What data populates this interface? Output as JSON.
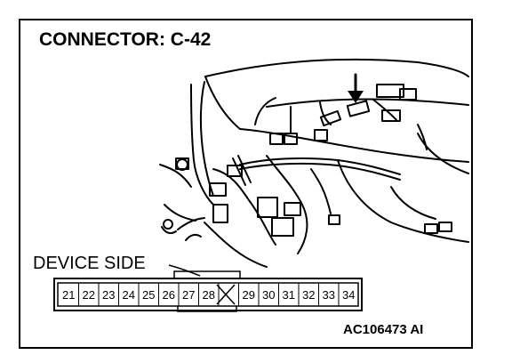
{
  "title": "CONNECTOR: C-42",
  "device_side_label": "DEVICE SIDE",
  "reference_code": "AC106473 AI",
  "connector": {
    "pins": [
      "21",
      "22",
      "23",
      "24",
      "25",
      "26",
      "27",
      "28",
      "",
      "29",
      "30",
      "31",
      "32",
      "33",
      "34"
    ],
    "empty_slot_marker": "x-mark"
  }
}
